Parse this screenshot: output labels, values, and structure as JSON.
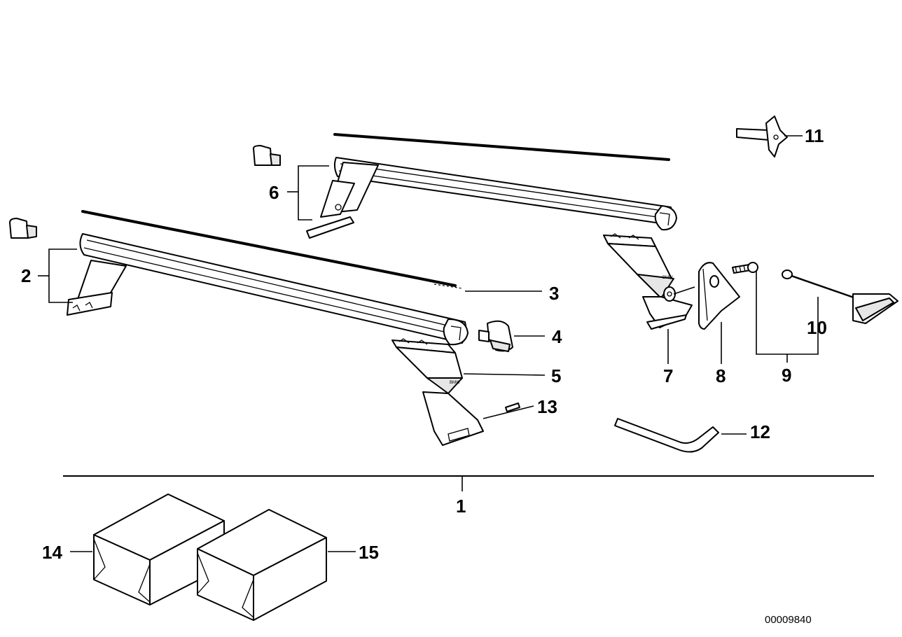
{
  "labels": {
    "l1": "1",
    "l2": "2",
    "l3": "3",
    "l4": "4",
    "l5": "5",
    "l6": "6",
    "l7": "7",
    "l8": "8",
    "l9": "9",
    "l10": "10",
    "l11": "11",
    "l12": "12",
    "l13": "13",
    "l14": "14",
    "l15": "15"
  },
  "doc_number": "00009840",
  "foot_logo": "BMW"
}
